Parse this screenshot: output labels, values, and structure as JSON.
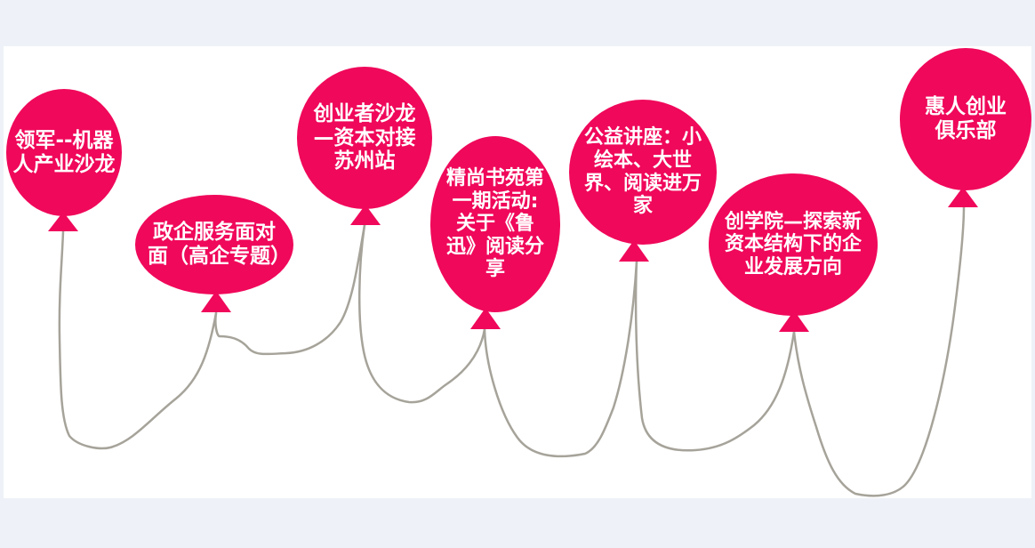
{
  "colors": {
    "balloon": "#F0085A",
    "string": "#A6A39A",
    "background": "#EEF2F8",
    "panel": "#FFFFFF",
    "text": "#FFFFFF"
  },
  "balloons": [
    {
      "id": "b1",
      "label": "领军--机器人产业沙龙"
    },
    {
      "id": "b2",
      "label": "政企服务面对面（高企专题）"
    },
    {
      "id": "b3",
      "label": "创业者沙龙—资本对接苏州站"
    },
    {
      "id": "b4",
      "label": "精尚书苑第一期活动:关于《鲁迅》阅读分享"
    },
    {
      "id": "b5",
      "label": "公益讲座：小绘本、大世界、阅读进万家"
    },
    {
      "id": "b6",
      "label": "创学院—探索新资本结构下的企业发展方向"
    },
    {
      "id": "b7",
      "label": "惠人创业俱乐部"
    }
  ]
}
